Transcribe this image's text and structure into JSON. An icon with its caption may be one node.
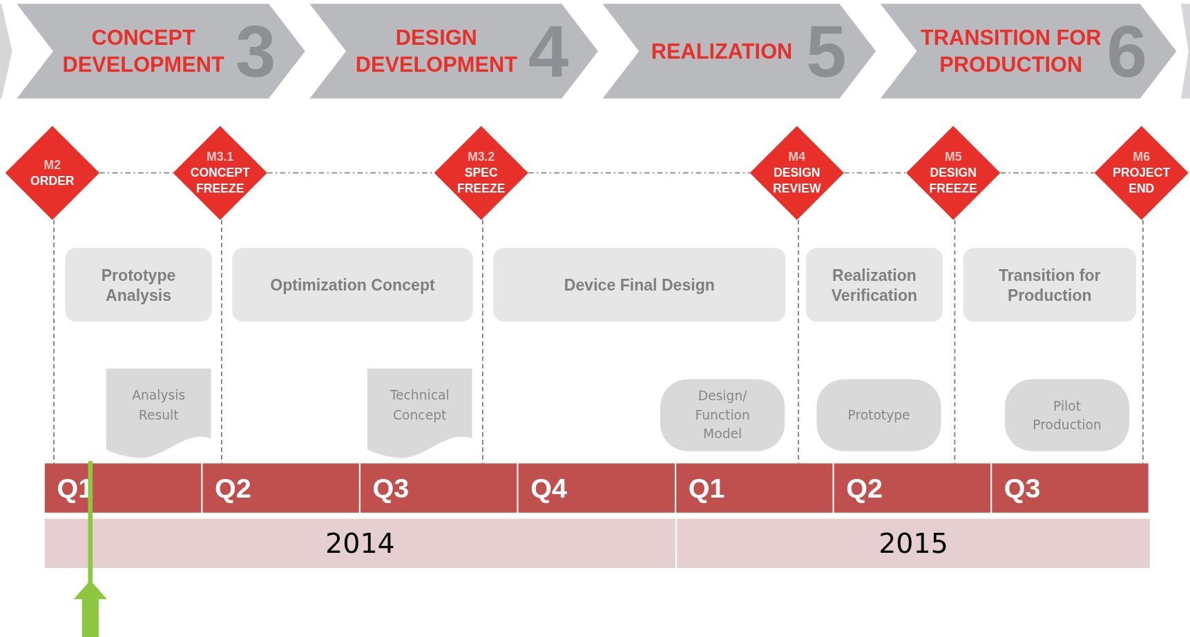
{
  "diagram": {
    "nodes": [
      {
        "text": [
          "CONCEPT DEVELOPMENT",
          "3"
        ]
      },
      {
        "text": [
          "DESIGN DEVELOPMENT",
          "4"
        ]
      },
      {
        "text": [
          "REALIZATION",
          "5"
        ]
      },
      {
        "text": [
          "TRANSITION FOR PRODUCTION",
          "6"
        ]
      },
      {
        "text": [
          "M2",
          "ORDER"
        ]
      },
      {
        "text": [
          "M3.1",
          "CONCEPT FREEZE"
        ]
      },
      {
        "text": [
          "M3.2",
          "SPEC FREEZE"
        ]
      },
      {
        "text": [
          "M4",
          "DESIGN REVIEW"
        ]
      },
      {
        "text": [
          "M5",
          "DESIGN FREEZE"
        ]
      },
      {
        "text": [
          "M6",
          "PROJECT END"
        ]
      },
      {
        "text": [
          "Prototype Analysis"
        ]
      },
      {
        "text": [
          "Optimization Concept"
        ]
      },
      {
        "text": [
          "Device Final Design"
        ]
      },
      {
        "text": [
          "Realization Verification"
        ]
      },
      {
        "text": [
          "Transition for Production"
        ]
      },
      {
        "text": [
          "Analysis Result"
        ]
      },
      {
        "text": [
          "Technical Concept"
        ]
      },
      {
        "text": [
          "Design/ Function Model"
        ]
      },
      {
        "text": [
          "Prototype"
        ]
      },
      {
        "text": [
          "Pilot Production"
        ]
      },
      {
        "text": [],
        "shape": "chevron"
      },
      {
        "text": [],
        "shape": "chevron"
      },
      {
        "text": [
          "Q1"
        ]
      },
      {
        "text": [
          "Q2"
        ]
      },
      {
        "text": [
          "Q3"
        ]
      },
      {
        "text": [
          "Q4"
        ]
      },
      {
        "text": [
          "Q1"
        ]
      },
      {
        "text": [
          "Q2"
        ]
      },
      {
        "text": [
          "Q3"
        ]
      },
      {
        "text": [
          "2014"
        ]
      },
      {
        "text": [
          "2015"
        ]
      }
    ],
    "edges": [
      {
        "from": 4,
        "to": 5,
        "arrow": "none",
        "style": "dashed"
      },
      {
        "from": 5,
        "to": 6,
        "arrow": "none",
        "style": "dashed"
      },
      {
        "from": 6,
        "to": 7,
        "arrow": "none",
        "style": "dashed"
      },
      {
        "from": 7,
        "to": 8,
        "arrow": "none",
        "style": "dashed"
      },
      {
        "from": 8,
        "to": 9,
        "arrow": "none",
        "style": "dashed"
      },
      {
        "from": 4,
        "to": 22,
        "arrow": "none",
        "style": "dashed"
      },
      {
        "from": 5,
        "to": 23,
        "arrow": "none",
        "style": "dashed"
      },
      {
        "from": 6,
        "to": 24,
        "arrow": "none",
        "style": "dashed"
      },
      {
        "from": 7,
        "to": 26,
        "arrow": "none",
        "style": "dashed"
      },
      {
        "from": 8,
        "to": 27,
        "arrow": "none",
        "style": "dashed"
      },
      {
        "from": 9,
        "to": 28,
        "arrow": "none",
        "style": "dashed"
      }
    ]
  }
}
